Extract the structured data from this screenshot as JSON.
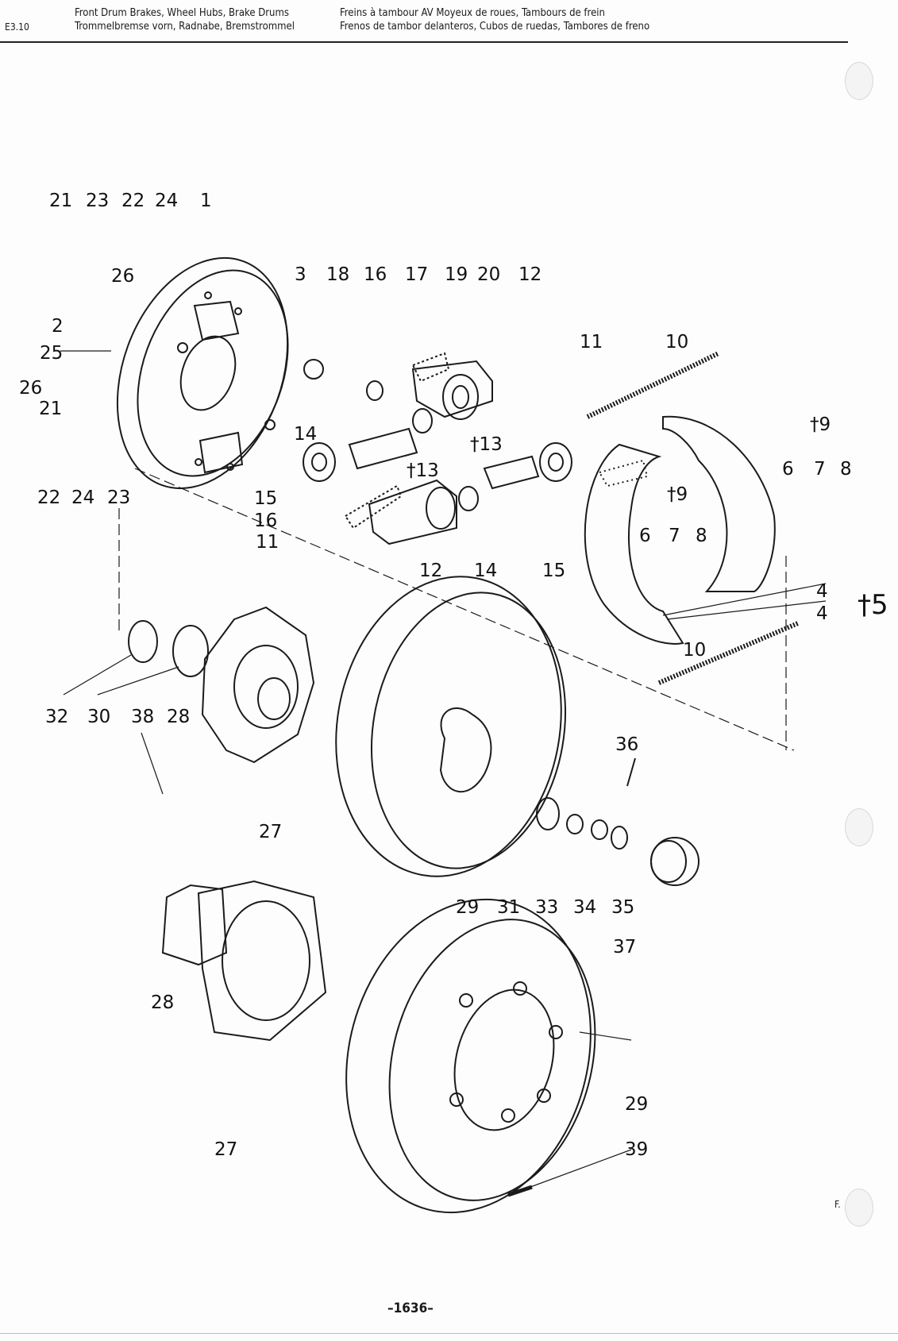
{
  "header": {
    "section": "E3.10",
    "left_line1": "Front Drum Brakes, Wheel Hubs, Brake Drums",
    "left_line2": "Trommelbremse vorn, Radnabe, Bremstrommel",
    "right_line1": "Freins à tambour AV Moyeux de roues, Tambours de frein",
    "right_line2": "Frenos de tambor delanteros, Cubos de ruedas, Tambores de freno"
  },
  "footer": {
    "page_number": "–1636–",
    "mark": "F."
  },
  "callouts": {
    "c21a": "21",
    "c23a": "23",
    "c22a": "22",
    "c24a": "24",
    "c1": "1",
    "c26a": "26",
    "c2": "2",
    "c25": "25",
    "c26b": "26",
    "c21b": "21",
    "c22b": "22",
    "c24b": "24",
    "c23b": "23",
    "c3": "3",
    "c18": "18",
    "c16a": "16",
    "c17": "17",
    "c19": "19",
    "c20": "20",
    "c12a": "12",
    "c11a": "11",
    "c10a": "10",
    "c14a": "14",
    "c13a": "†13",
    "c13b": "†13",
    "c15a": "15",
    "c16b": "16",
    "c11b": "11",
    "c12b": "12",
    "c14b": "14",
    "c15b": "15",
    "c9a": "†9",
    "c6a": "6",
    "c7a": "7",
    "c8a": "8",
    "c9b": "†9",
    "c6b": "6",
    "c7b": "7",
    "c8b": "8",
    "c4a": "4",
    "c4b": "4",
    "c5": "†5",
    "c10b": "10",
    "c32": "32",
    "c30": "30",
    "c38": "38",
    "c28a": "28",
    "c27a": "27",
    "c36": "36",
    "c29a": "29",
    "c31": "31",
    "c33": "33",
    "c34": "34",
    "c35": "35",
    "c37": "37",
    "c28b": "28",
    "c27b": "27",
    "c29b": "29",
    "c39": "39"
  }
}
